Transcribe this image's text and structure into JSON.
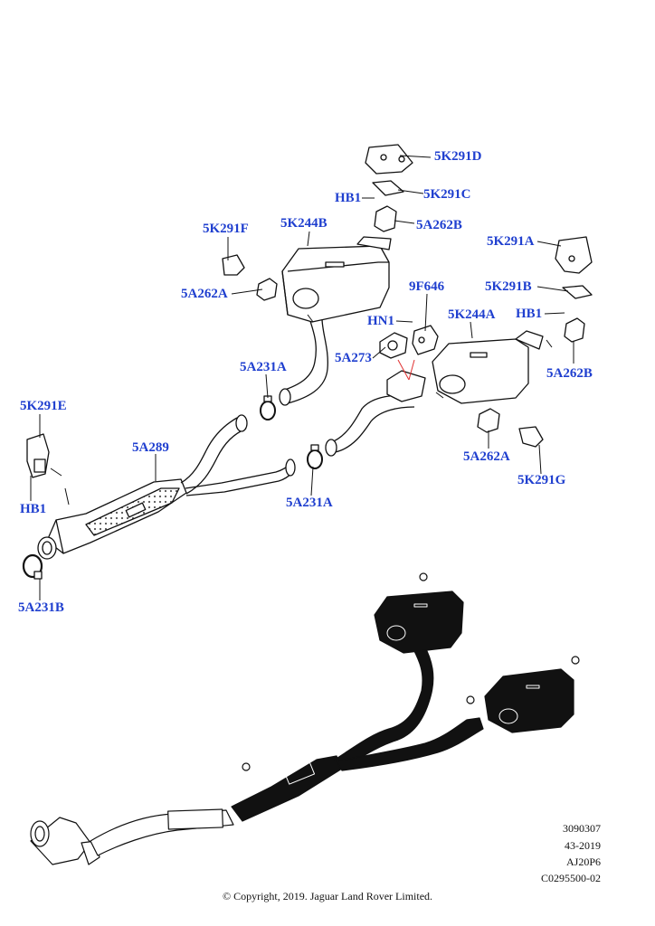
{
  "labels": {
    "5K291D": "5K291D",
    "HB1_top": "HB1",
    "5K291C": "5K291C",
    "5A262B_top": "5A262B",
    "5K291F": "5K291F",
    "5K244B": "5K244B",
    "5K291A": "5K291A",
    "5A262A_left": "5A262A",
    "9F646": "9F646",
    "5K291B": "5K291B",
    "HN1": "HN1",
    "5K244A": "5K244A",
    "HB1_right": "HB1",
    "5A273": "5A273",
    "5A231A_top": "5A231A",
    "5A262B_right": "5A262B",
    "5K291E": "5K291E",
    "5A289": "5A289",
    "5A262A_right": "5A262A",
    "5K291G": "5K291G",
    "HB1_left": "HB1",
    "5A231A_bottom": "5A231A",
    "5A231B": "5A231B"
  },
  "reference": {
    "line1": "3090307",
    "line2": "43-2019",
    "line3": "AJ20P6",
    "line4": "C0295500-02"
  },
  "copyright": "© Copyright, 2019. Jaguar Land Rover Limited.",
  "colors": {
    "label": "#1f3fcf",
    "line": "#111111",
    "callout": "#e03030"
  }
}
